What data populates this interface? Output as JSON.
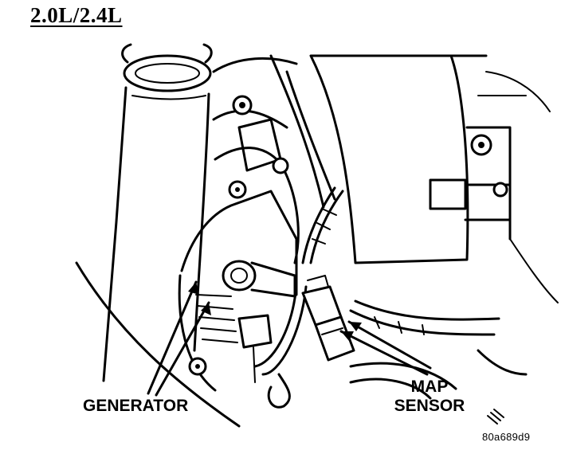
{
  "diagram": {
    "heading": "2.0L/2.4L",
    "callouts": {
      "generator": "GENERATOR",
      "map_sensor_line1": "MAP",
      "map_sensor_line2": "SENSOR"
    },
    "figure_id": "80a689d9",
    "colors": {
      "ink": "#000000",
      "paper": "#ffffff"
    }
  }
}
